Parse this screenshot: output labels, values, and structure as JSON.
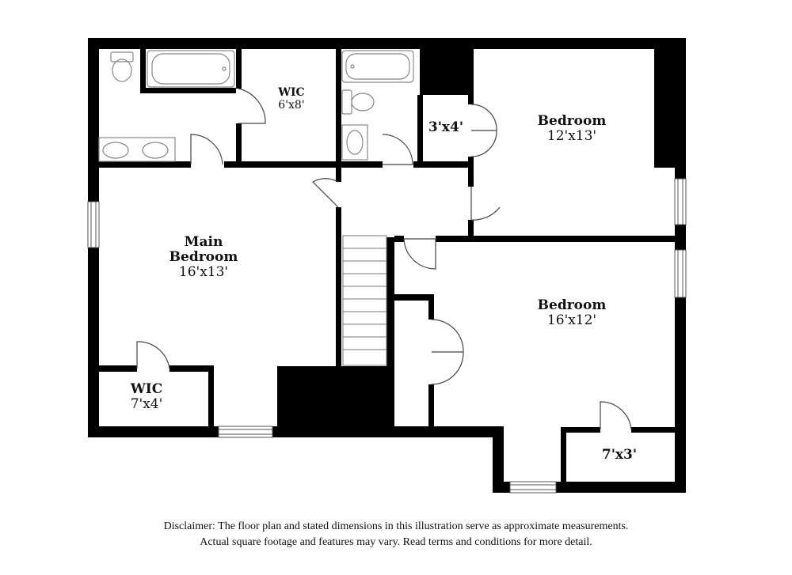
{
  "rooms": {
    "main_bedroom": {
      "name_line1": "Main",
      "name_line2": "Bedroom",
      "dims": "16'x13'"
    },
    "bedroom_ne": {
      "name": "Bedroom",
      "dims": "12'x13'"
    },
    "bedroom_se": {
      "name": "Bedroom",
      "dims": "16'x12'"
    },
    "wic_top": {
      "name": "WIC",
      "dims": "6'x8'"
    },
    "wic_bottom": {
      "name": "WIC",
      "dims": "7'x4'"
    },
    "closet_small": {
      "dims": "3'x4'"
    },
    "closet_se": {
      "dims": "7'x3'"
    }
  },
  "disclaimer": {
    "line1": "Disclaimer: The floor plan and stated dimensions in this illustration serve as approximate measurements.",
    "line2": "Actual square footage and features may vary. Read terms and conditions for more detail."
  },
  "colors": {
    "wall": "#000000",
    "background": "#ffffff",
    "fixture": "#888888"
  }
}
